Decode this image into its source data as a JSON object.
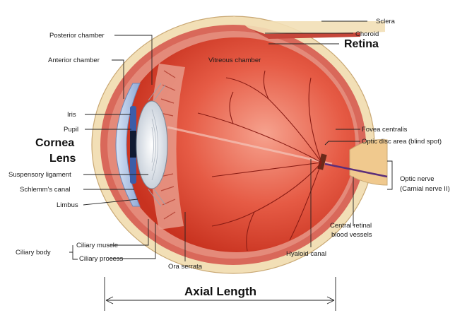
{
  "labels": {
    "sclera": "Sclera",
    "choroid": "Choroid",
    "retina": "Retina",
    "posterior_chamber": "Posterior chamber",
    "anterior_chamber": "Anterior chamber",
    "vitreous_chamber": "Vitreous chamber",
    "iris": "Iris",
    "pupil": "Pupil",
    "cornea": "Cornea",
    "lens": "Lens",
    "suspensory_ligament": "Suspensory ligament",
    "schlemms_canal": "Schlemm's canal",
    "limbus": "Limbus",
    "ciliary_body": "Ciliary body",
    "ciliary_muscle": "Ciliary muscle",
    "ciliary_process": "Ciliary process",
    "ora_serrata": "Ora serrata",
    "hyaloid_canal": "Hyaloid canal",
    "central_retinal_1": "Central retinal",
    "central_retinal_2": "blood vessels",
    "fovea_centralis": "Fovea centralis",
    "optic_disc": "Optic disc area (blind spot)",
    "optic_nerve_1": "Optic nerve",
    "optic_nerve_2": "(Carnial nerve II)",
    "axial_length": "Axial Length"
  },
  "colors": {
    "sclera": "#f2dfb6",
    "choroid": "#d9685a",
    "retina": "#e48a7a",
    "vitreous": "#d9412e",
    "cornea": "#b9cde8",
    "iris": "#3c5da8",
    "lens": "#e9edf2",
    "vessel": "#8a1c14",
    "optic_nerve": "#f0c98e"
  }
}
